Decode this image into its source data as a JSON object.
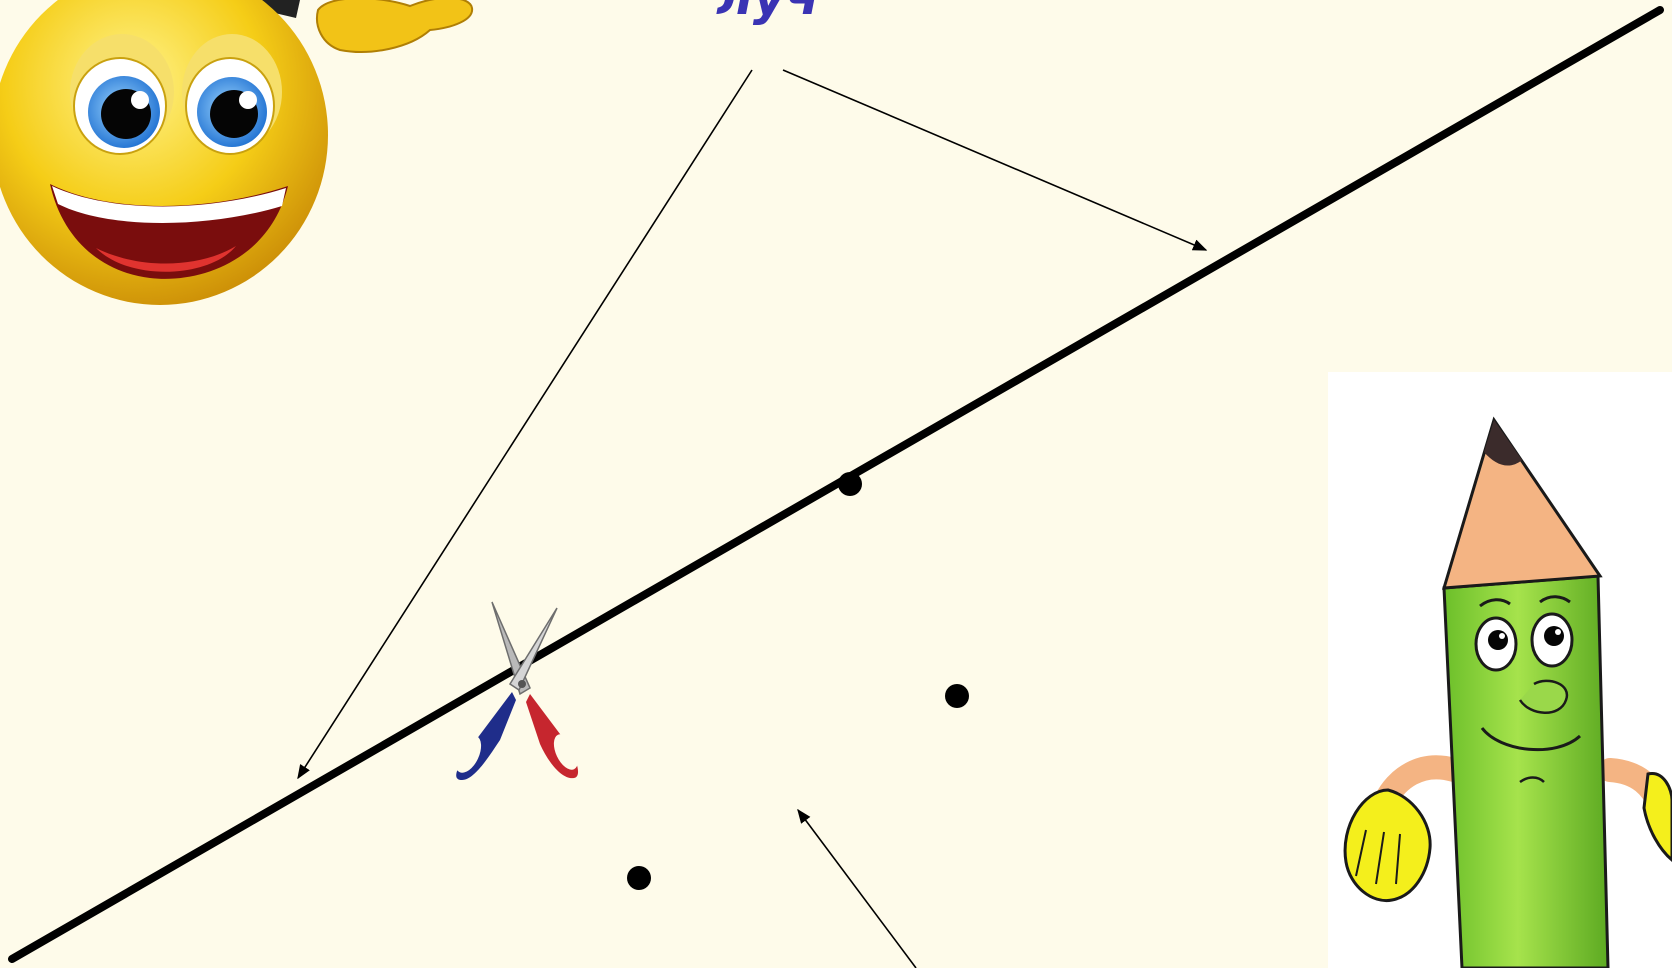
{
  "slide": {
    "background": "#fefbea",
    "accent": "#3a33b4",
    "ray_label": "луч"
  },
  "illustrations": {
    "smiley": "smiley-face-pointing",
    "scissors": "scissors",
    "pencil": "cartoon-pencil-character"
  },
  "colors": {
    "line": "#000000",
    "smiley_yellow": "#f1c40f",
    "scissors_blue": "#1f2d8a",
    "scissors_red": "#c6262e",
    "pencil_green": "#8bd33a",
    "pencil_wood": "#f4b483",
    "glove_yellow": "#f4ef1c"
  }
}
